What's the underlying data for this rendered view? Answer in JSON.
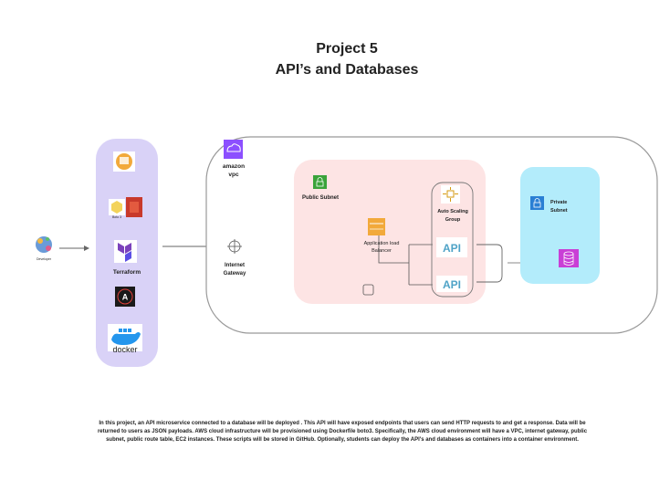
{
  "title": {
    "line1": "Project 5",
    "line2": "API’s and Databases"
  },
  "developer": {
    "label": "Developer",
    "icon": "developer-icon"
  },
  "toolchain": {
    "items": [
      {
        "icon": "aws-sdk-icon"
      },
      {
        "icon": "boto3-icon",
        "label": "Boto 3"
      },
      {
        "icon": "aws-s3-icon"
      },
      {
        "icon": "terraform-icon",
        "label": "Terraform"
      },
      {
        "icon": "ansible-icon"
      },
      {
        "icon": "docker-icon",
        "label": "docker"
      }
    ],
    "color": "#d9d2f7"
  },
  "vpc": {
    "label_line1": "amazon",
    "label_line2": "vpc",
    "icon": "vpc-icon"
  },
  "internet_gateway": {
    "label_line1": "Internet",
    "label_line2": "Gateway",
    "icon": "internet-gateway-icon"
  },
  "public_subnet": {
    "label": "Public Subnet",
    "color": "#fde4e4",
    "icon": "lock-icon"
  },
  "load_balancer": {
    "label_line1": "Application load",
    "label_line2": "Balancer",
    "icon": "load-balancer-icon"
  },
  "auto_scaling": {
    "label_line1": "Auto Scaling",
    "label_line2": "Group",
    "icon": "auto-scaling-icon"
  },
  "api": {
    "label": "API"
  },
  "private_subnet": {
    "label_line1": "Private",
    "label_line2": "Subnet",
    "color": "#b3ecfb",
    "icon": "lock-icon"
  },
  "database": {
    "icon": "database-icon",
    "color": "#c93fd6"
  },
  "description": "In this project, an API microservice connected to a database will be deployed . This API will have exposed endpoints that users can send HTTP requests to and get a response. Data will be returned to users as JSON payloads. AWS cloud infrastructure will be provisioned using Dockerfile boto3. Specifically, the AWS cloud environment will have a VPC, internet gateway, public subnet, public route table, EC2 instances. These scripts will be stored in GitHub. Optionally, students can deploy the API's and databases as containers into a container environment."
}
